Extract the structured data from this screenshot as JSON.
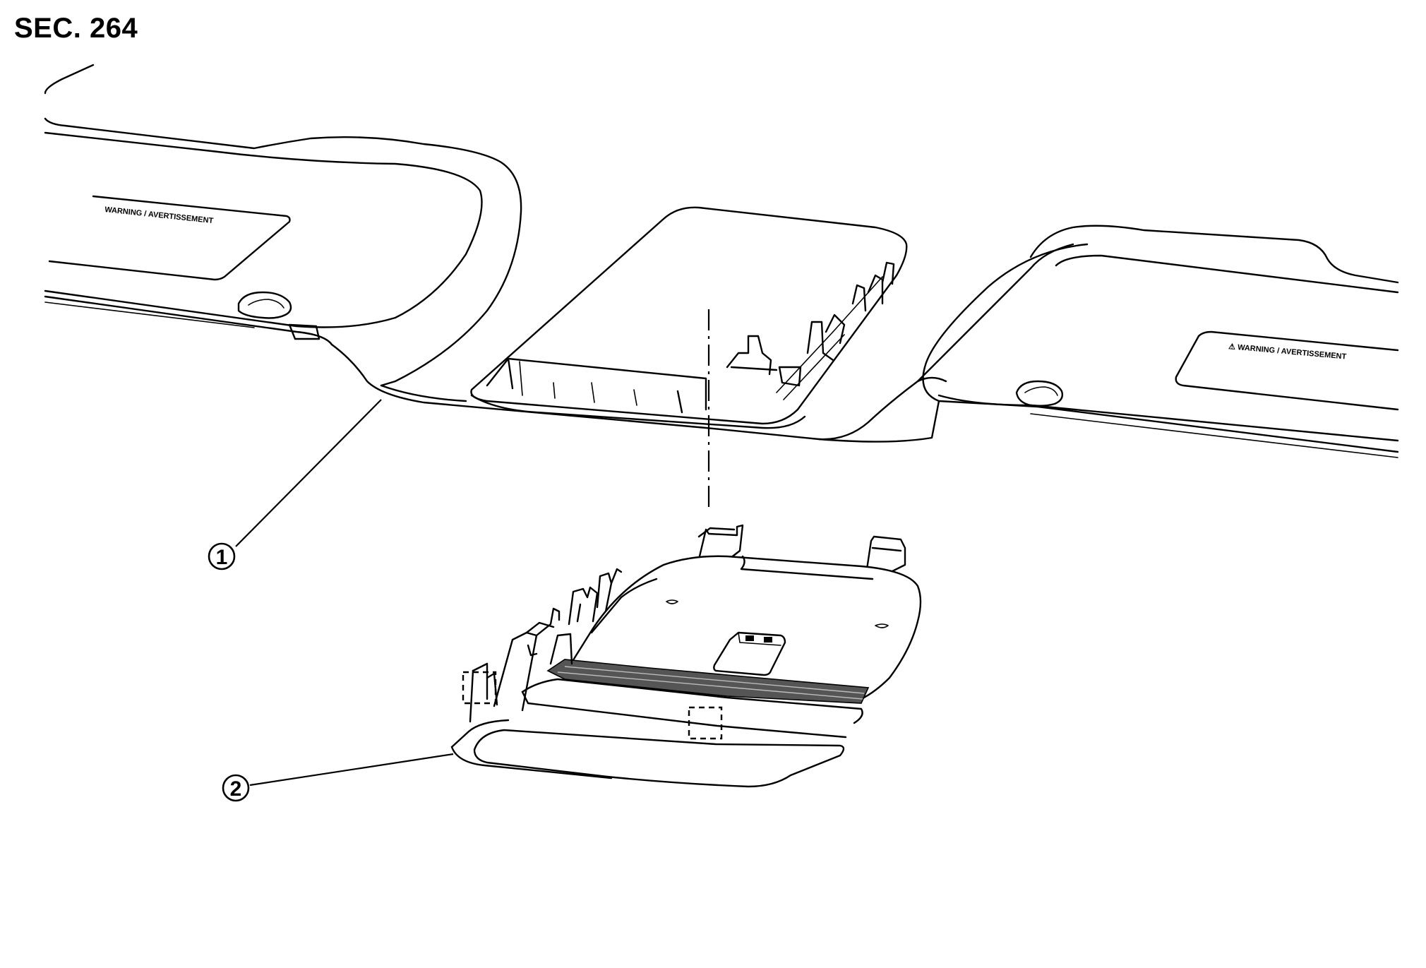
{
  "section": {
    "label": "SEC. 264"
  },
  "callouts": [
    {
      "number": "1"
    },
    {
      "number": "2"
    }
  ],
  "visor_left": {
    "label_text": "WARNING / AVERTISSEMENT"
  },
  "visor_right": {
    "label_text": "WARNING / AVERTISSEMENT"
  },
  "colors": {
    "line": "#000000",
    "background": "#ffffff"
  }
}
